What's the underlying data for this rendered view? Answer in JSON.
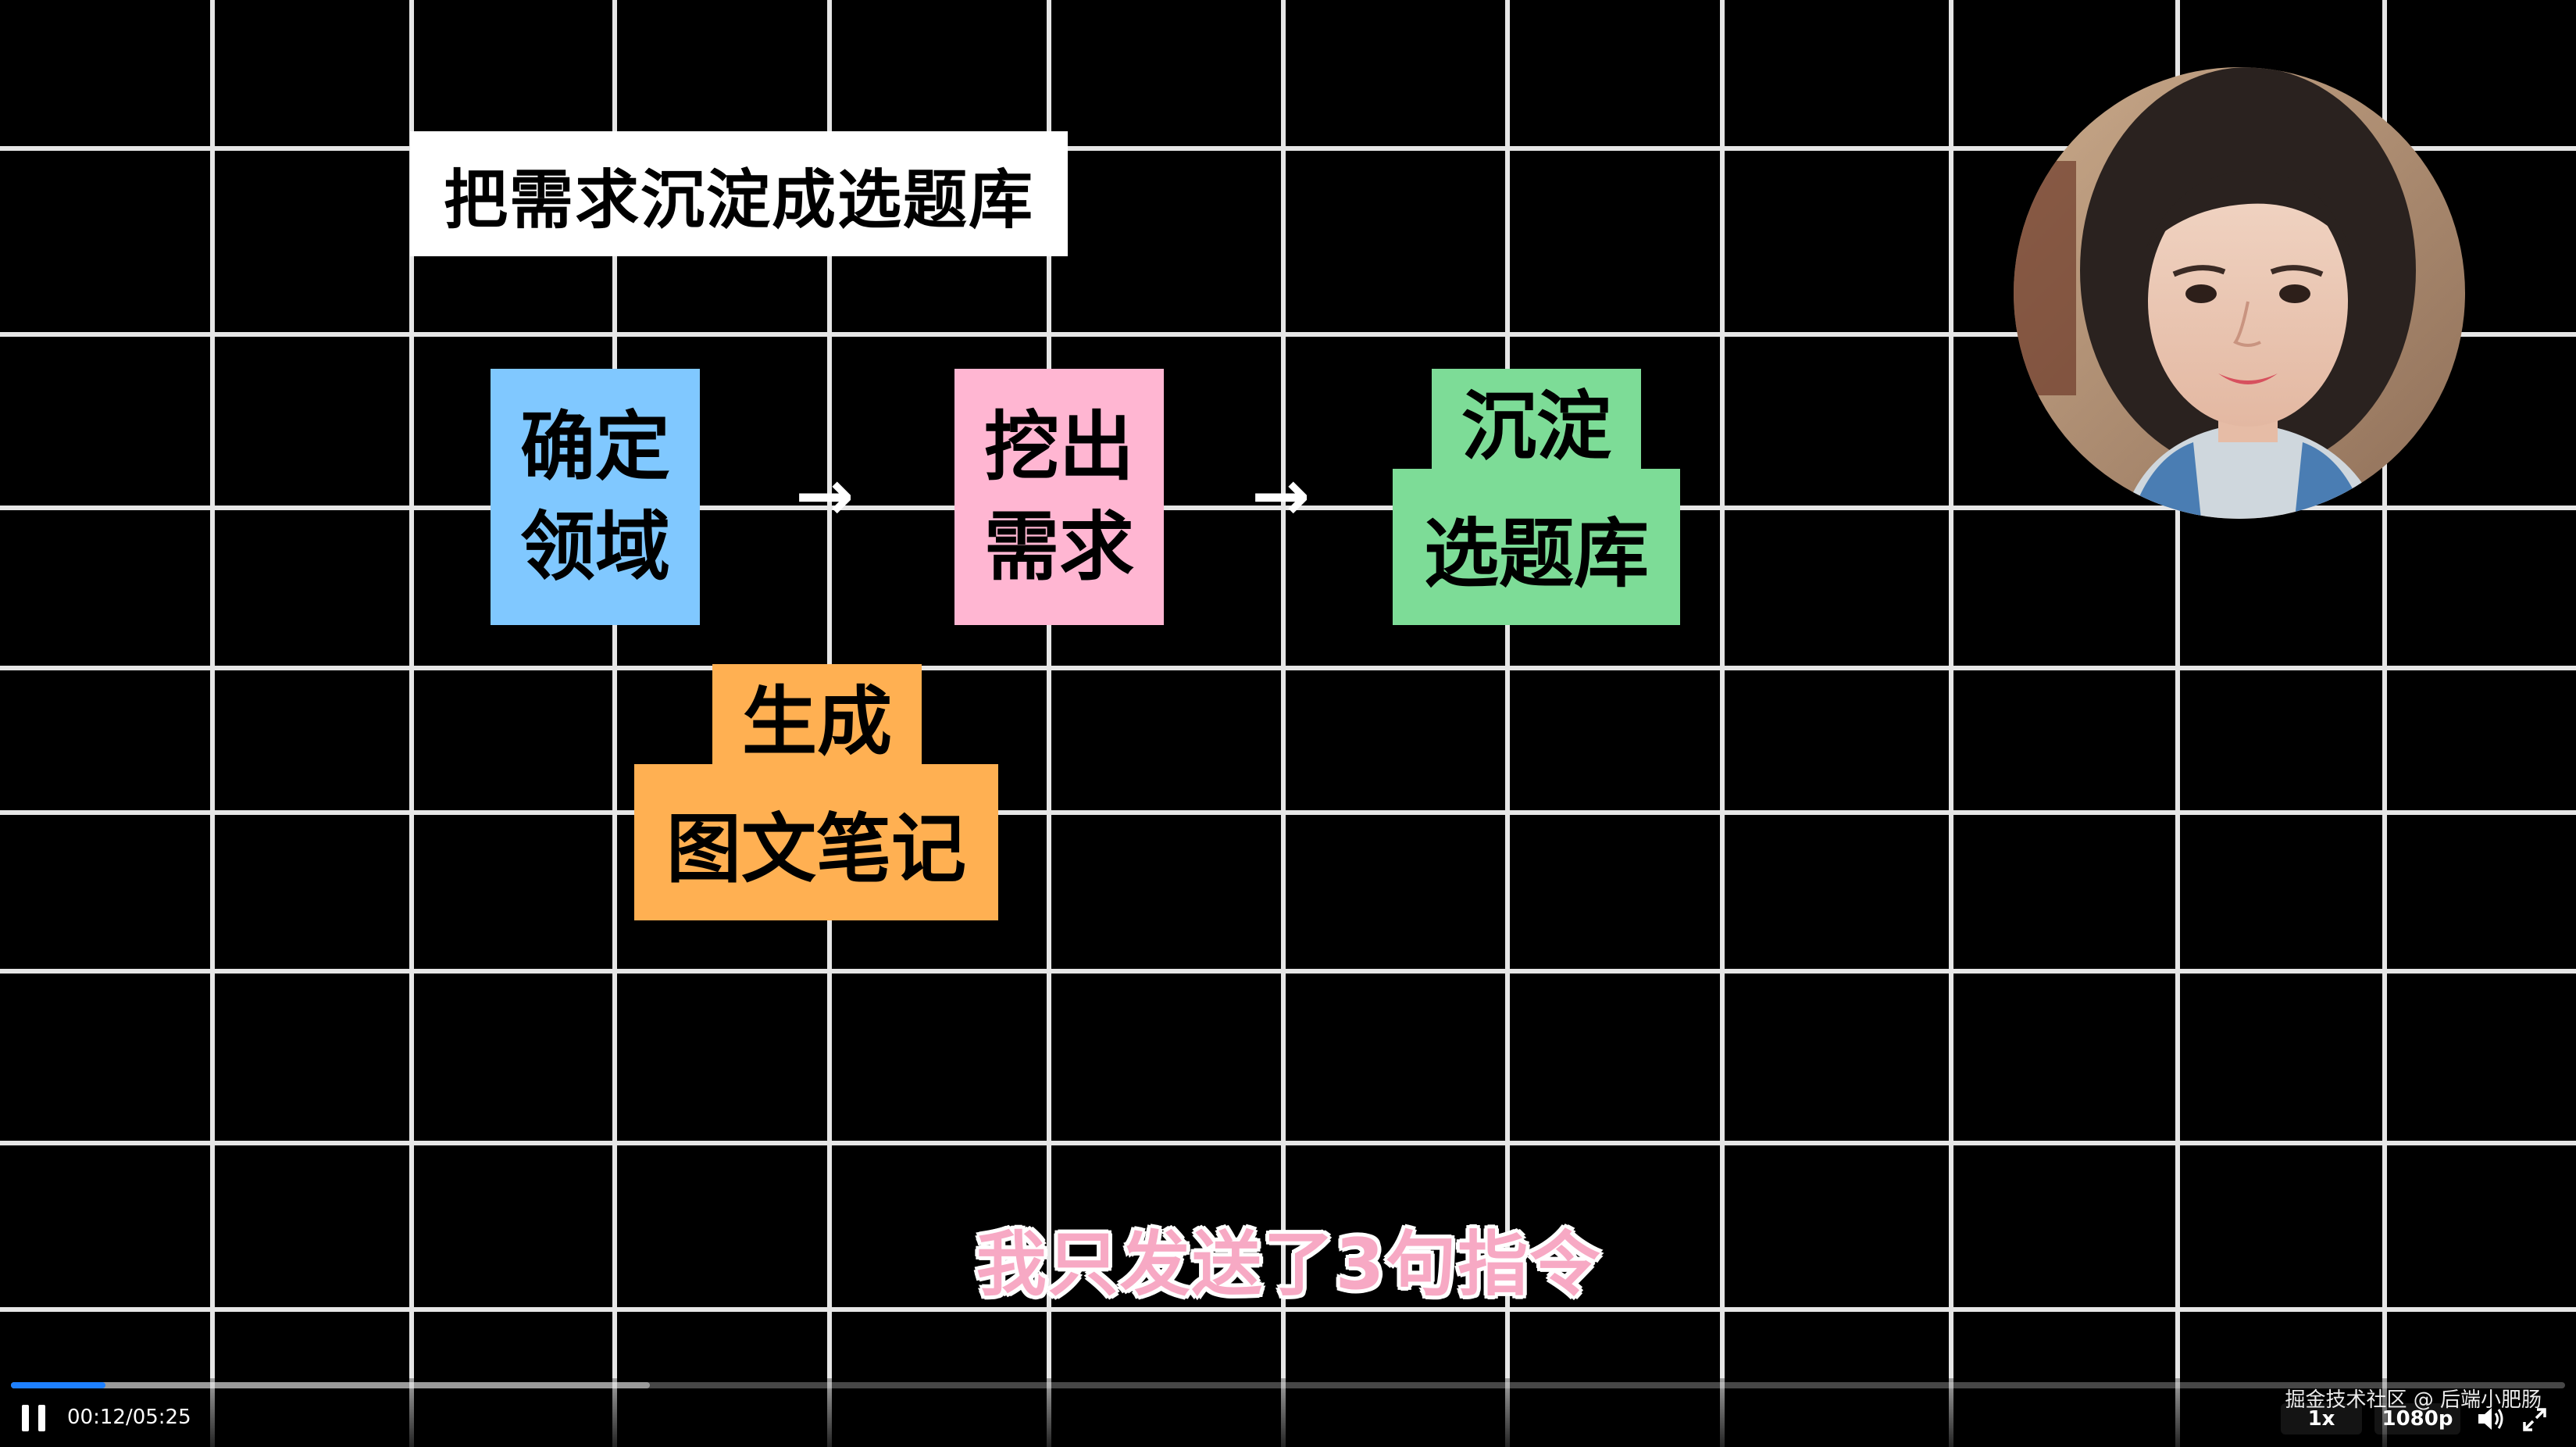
{
  "slide": {
    "title": "把需求沉淀成选题库",
    "step1": {
      "line1": "确定",
      "line2": "领域",
      "color": "#80c8ff"
    },
    "step2": {
      "line1": "挖出",
      "line2": "需求",
      "color": "#ffb6d2"
    },
    "step3": {
      "line1": "沉淀",
      "line2": "选题库",
      "color": "#7ddc97"
    },
    "step4": {
      "line1": "生成",
      "line2": "图文笔记",
      "color": "#ffb052"
    },
    "arrow_glyph": "→"
  },
  "subtitle": "我只发送了3句指令",
  "player": {
    "current_time": "00:12",
    "duration": "05:25",
    "played_fraction": 0.037,
    "buffered_fraction": 0.25,
    "speed_label": "1x",
    "quality_label": "1080p",
    "accent_color": "#1e80ff",
    "watermark": "掘金技术社区 @ 后端小肥肠",
    "icons": {
      "pause": "pause-icon",
      "volume": "volume-icon",
      "fullscreen": "fullscreen-icon"
    }
  }
}
